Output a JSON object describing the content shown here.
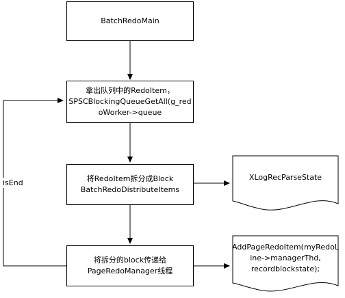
{
  "nodes": {
    "main": {
      "lines": [
        "BatchRedoMain"
      ]
    },
    "get_queue": {
      "lines": [
        "拿出队列中的RedoItem，",
        "SPSCBlockingQueueGetAll(g_red",
        "oWorker->queue"
      ]
    },
    "split": {
      "lines": [
        "将RedoItem拆分成Block",
        "BatchRedoDistributeItems"
      ]
    },
    "pass": {
      "lines": [
        "将拆分的block传递给",
        "PageRedoManager线程"
      ]
    }
  },
  "docs": {
    "xlog": {
      "lines": [
        "XLogRecParseState"
      ]
    },
    "addpage": {
      "lines": [
        "AddPageRedoItem(myRedoL",
        "ine->managerThd,",
        "recordblockstate);"
      ]
    }
  },
  "edge_labels": {
    "loop": "isEnd"
  }
}
